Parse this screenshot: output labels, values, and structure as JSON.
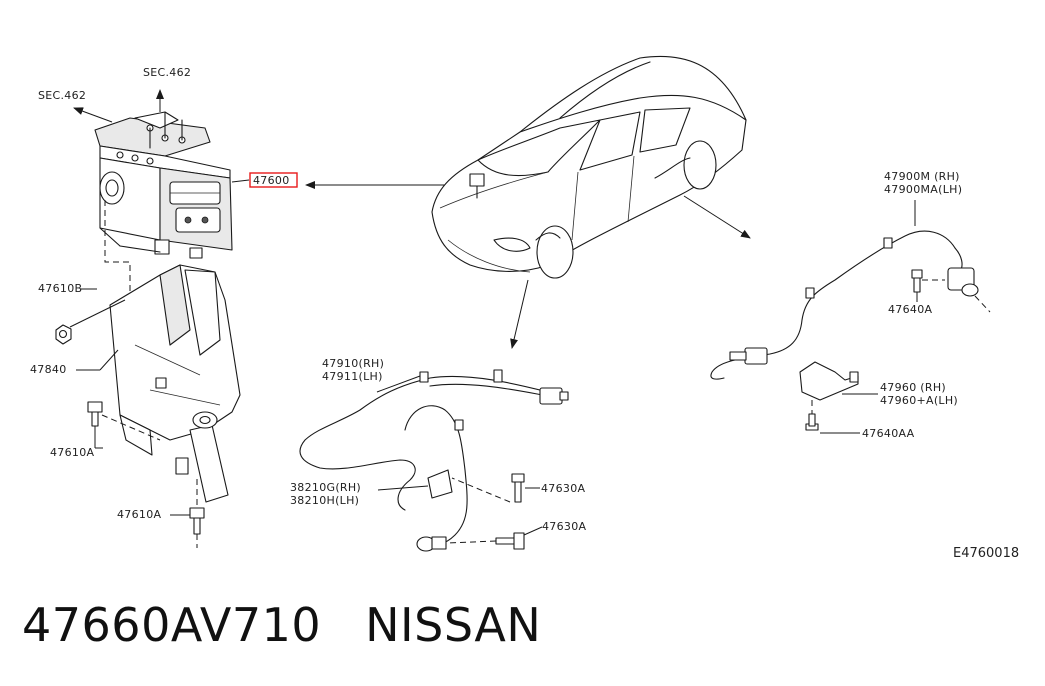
{
  "diagram": {
    "sec_left": "SEC.462",
    "sec_top": "SEC.462",
    "p_47600": "47600",
    "p_47610b": "47610B",
    "p_47840": "47840",
    "p_47610a_1": "47610A",
    "p_47610a_2": "47610A",
    "p_47910": "47910(RH)",
    "p_47911": "47911(LH)",
    "p_38210g": "38210G(RH)",
    "p_38210h": "38210H(LH)",
    "p_47630a_1": "47630A",
    "p_47630a_2": "47630A",
    "p_47900m": "47900M (RH)",
    "p_47900ma": "47900MA(LH)",
    "p_47640a": "47640A",
    "p_47960": "47960  (RH)",
    "p_47960a": "47960+A(LH)",
    "p_47640aa": "47640AA",
    "figure_code": "E4760018",
    "highlight_color": "#e8191b"
  },
  "footer": {
    "part_number": "47660AV710",
    "brand": "NISSAN"
  }
}
